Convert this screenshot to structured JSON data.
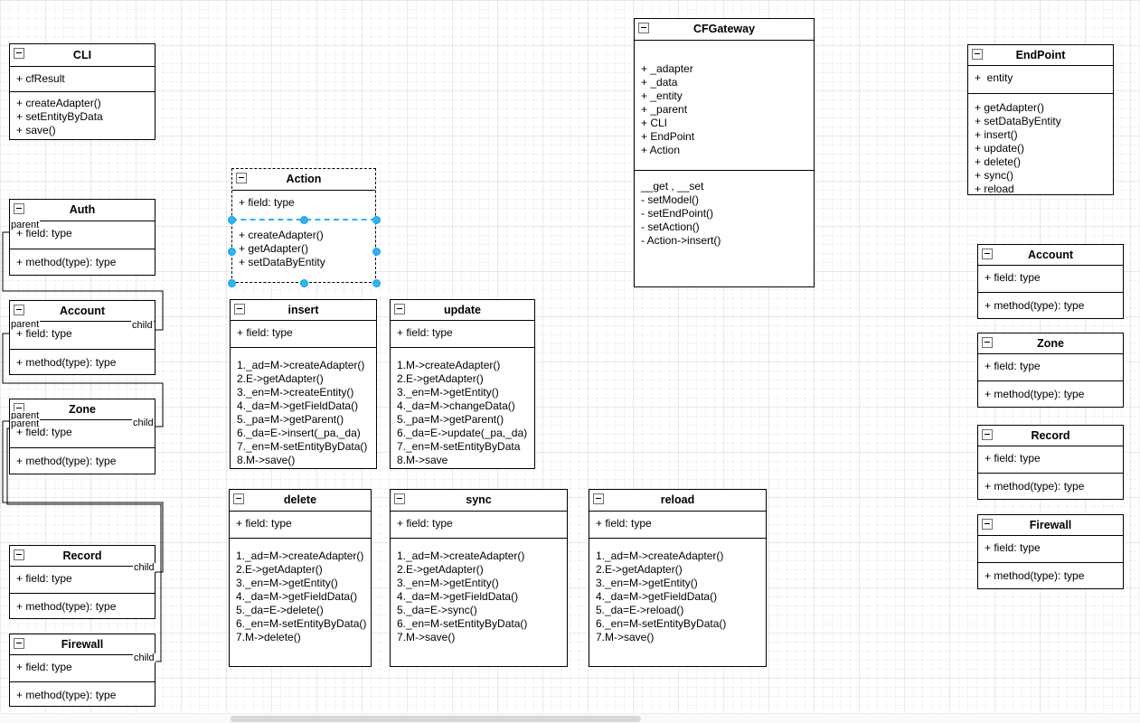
{
  "classes": {
    "cli": {
      "title": "CLI",
      "fields": [
        "+ cfResult"
      ],
      "methods": [
        "+ createAdapter()",
        "+ setEntityByData",
        "+ save()"
      ]
    },
    "auth": {
      "title": "Auth",
      "fields": [
        "+ field: type"
      ],
      "methods": [
        "+ method(type): type"
      ]
    },
    "account_left": {
      "title": "Account",
      "fields": [
        "+ field: type"
      ],
      "methods": [
        "+ method(type): type"
      ]
    },
    "zone_left": {
      "title": "Zone",
      "fields": [
        "+ field: type"
      ],
      "methods": [
        "+ method(type): type"
      ]
    },
    "record_left": {
      "title": "Record",
      "fields": [
        "+ field: type"
      ],
      "methods": [
        "+ method(type): type"
      ]
    },
    "firewall_left": {
      "title": "Firewall",
      "fields": [
        "+ field: type"
      ],
      "methods": [
        "+ method(type): type"
      ]
    },
    "action": {
      "title": "Action",
      "fields": [
        "+ field: type"
      ],
      "methods": [
        "+ createAdapter()",
        "+ getAdapter()",
        "+ setDataByEntity"
      ]
    },
    "insert": {
      "title": "insert",
      "fields": [
        "+ field: type"
      ],
      "methods": [
        "1._ad=M->createAdapter()",
        "2.E->getAdapter()",
        "3._en=M->createEntity()",
        "4._da=M->getFieldData()",
        "5._pa=M->getParent()",
        "6._da=E->insert(_pa,_da)",
        "7._en=M-setEntityByData()",
        "8.M->save()"
      ]
    },
    "update": {
      "title": "update",
      "fields": [
        "+ field: type"
      ],
      "methods": [
        "1.M->createAdapter()",
        "2.E->getAdapter()",
        "3._en=M->getEntity()",
        "4._da=M->changeData()",
        "5._pa=M->getParent()",
        "6._da=E->update(_pa,_da)",
        "7._en=M-setEntityByData",
        "8.M->save"
      ]
    },
    "delete": {
      "title": "delete",
      "fields": [
        "+ field: type"
      ],
      "methods": [
        "1._ad=M->createAdapter()",
        "2.E->getAdapter()",
        "3._en=M->getEntity()",
        "4._da=M->getFieldData()",
        "5._da=E->delete()",
        "6._en=M-setEntityByData()",
        "7.M->delete()"
      ]
    },
    "sync": {
      "title": "sync",
      "fields": [
        "+ field: type"
      ],
      "methods": [
        "1._ad=M->createAdapter()",
        "2.E->getAdapter()",
        "3._en=M->getEntity()",
        "4._da=M->getFieldData()",
        "5._da=E->sync()",
        "6._en=M-setEntityByData()",
        "7.M->save()"
      ]
    },
    "reload": {
      "title": "reload",
      "fields": [
        "+ field: type"
      ],
      "methods": [
        "1._ad=M->createAdapter()",
        "2.E->getAdapter()",
        "3._en=M->getEntity()",
        "4._da=M->getFieldData()",
        "5._da=E->reload()",
        "6._en=M-setEntityByData()",
        "7.M->save()"
      ]
    },
    "cfgateway": {
      "title": "CFGateway",
      "fields": [
        "+ _adapter",
        "+ _data",
        "+ _entity",
        "+ _parent",
        "+ CLI",
        "+ EndPoint",
        "+ Action"
      ],
      "methods": [
        "__get , __set",
        "- setModel()",
        "- setEndPoint()",
        "- setAction()",
        "- Action->insert()"
      ]
    },
    "endpoint": {
      "title": "EndPoint",
      "fields": [
        "+  entity"
      ],
      "methods": [
        "+ getAdapter()",
        "+ setDataByEntity",
        "+ insert()",
        "+ update()",
        "+ delete()",
        "+ sync()",
        "+ reload"
      ]
    },
    "account_right": {
      "title": "Account",
      "fields": [
        "+ field: type"
      ],
      "methods": [
        "+ method(type): type"
      ]
    },
    "zone_right": {
      "title": "Zone",
      "fields": [
        "+ field: type"
      ],
      "methods": [
        "+ method(type): type"
      ]
    },
    "record_right": {
      "title": "Record",
      "fields": [
        "+ field: type"
      ],
      "methods": [
        "+ method(type): type"
      ]
    },
    "firewall_right": {
      "title": "Firewall",
      "fields": [
        "+ field: type"
      ],
      "methods": [
        "+ method(type): type"
      ]
    }
  },
  "connector_labels": {
    "parent": "parent",
    "child": "child"
  },
  "colors": {
    "selection": "#29b6f2",
    "box_border": "#000000",
    "grid_minor": "#f4f4f4",
    "grid_major": "#e8e8e8"
  }
}
